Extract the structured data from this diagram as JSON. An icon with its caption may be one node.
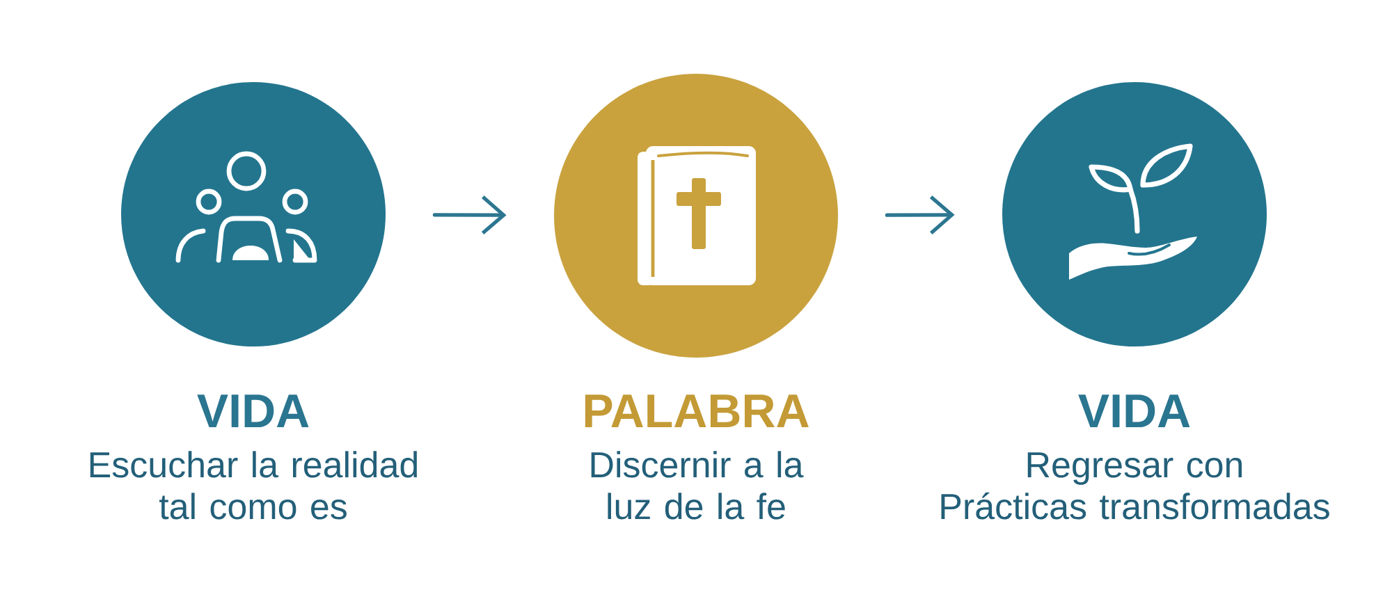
{
  "diagram": {
    "nodes": [
      {
        "text": [
          "VIDA",
          "Escuchar la realidad tal como es"
        ]
      },
      {
        "text": [
          "PALABRA",
          "Discernir a la luz de la fe"
        ]
      },
      {
        "text": [
          "VIDA",
          "Regresar con Prácticas transformadas"
        ]
      }
    ],
    "edges": [
      {
        "from": 0,
        "to": 1,
        "arrow": "to"
      },
      {
        "from": 1,
        "to": 2,
        "arrow": "to"
      }
    ]
  }
}
